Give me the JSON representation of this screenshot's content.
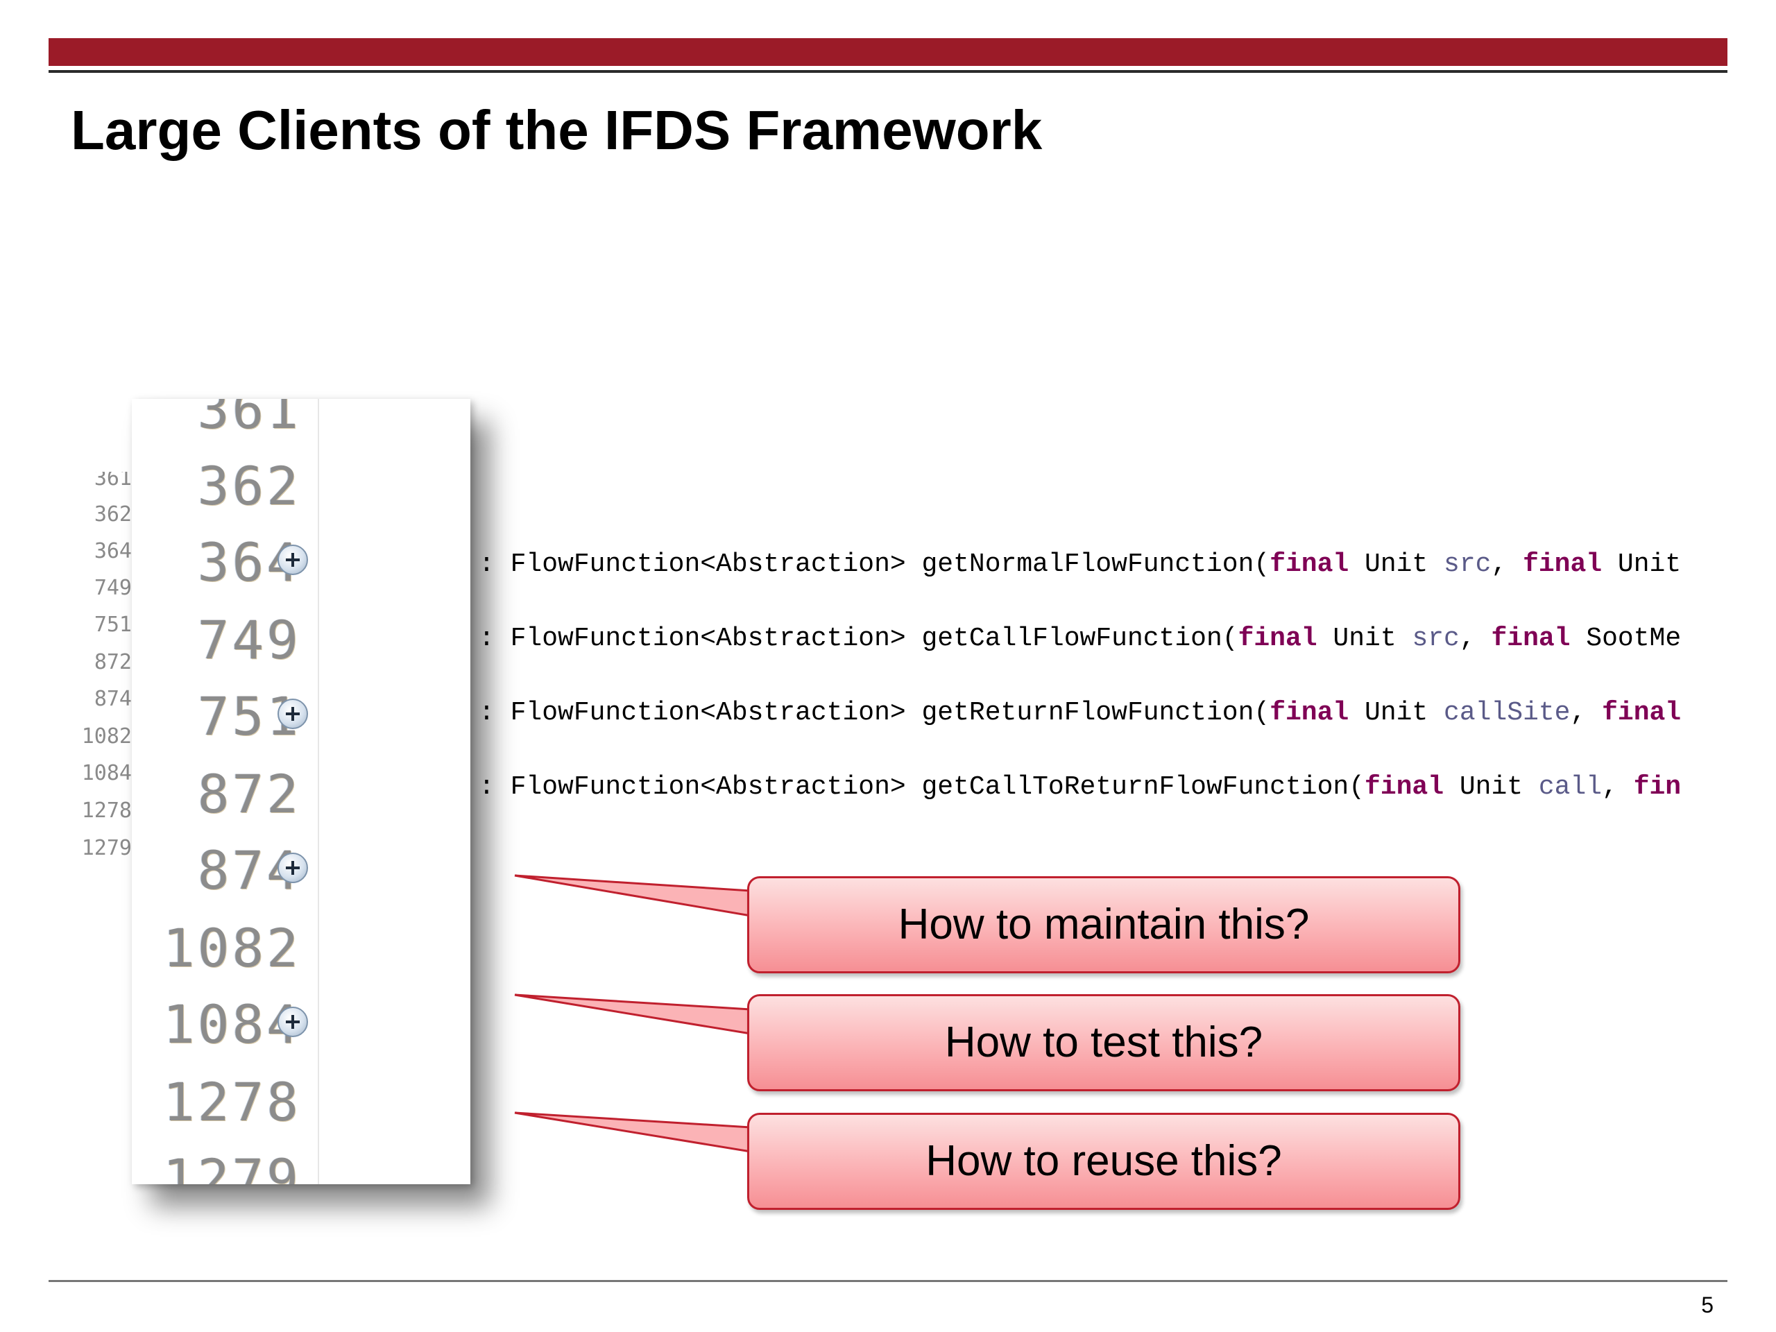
{
  "slide": {
    "title": "Large Clients of the IFDS Framework",
    "page_number": "5",
    "accent_color": "#9b1b28"
  },
  "gutter_small": [
    "361",
    "362",
    "364",
    "749",
    "751",
    "872",
    "874",
    "1082",
    "1084",
    "1278",
    "1279"
  ],
  "gutter_zoom": {
    "lines": [
      {
        "num": "361",
        "folded": false
      },
      {
        "num": "362",
        "folded": false
      },
      {
        "num": "364",
        "folded": true
      },
      {
        "num": "749",
        "folded": false
      },
      {
        "num": "751",
        "folded": true
      },
      {
        "num": "872",
        "folded": false
      },
      {
        "num": "874",
        "folded": true
      },
      {
        "num": "1082",
        "folded": false
      },
      {
        "num": "1084",
        "folded": true
      },
      {
        "num": "1278",
        "folded": false
      },
      {
        "num": "1279",
        "folded": false
      }
    ],
    "fold_icon": "expand-plus-icon"
  },
  "code": {
    "lines": [
      {
        "prefix": ": FlowFunction<Abstraction> getNormalFlowFunction(",
        "kw1": "final",
        "t1": " Unit ",
        "v1": "src",
        "t2": ", ",
        "kw2": "final",
        "t3": " Unit"
      },
      {
        "prefix": ": FlowFunction<Abstraction> getCallFlowFunction(",
        "kw1": "final",
        "t1": " Unit ",
        "v1": "src",
        "t2": ", ",
        "kw2": "final",
        "t3": " SootMe"
      },
      {
        "prefix": ": FlowFunction<Abstraction> getReturnFlowFunction(",
        "kw1": "final",
        "t1": " Unit ",
        "v1": "callSite",
        "t2": ", ",
        "kw2": "final",
        "t3": ""
      },
      {
        "prefix": ": FlowFunction<Abstraction> getCallToReturnFlowFunction(",
        "kw1": "final",
        "t1": " Unit ",
        "v1": "call",
        "t2": ", ",
        "kw2": "fin",
        "t3": ""
      }
    ],
    "keyword_color": "#7f0055"
  },
  "callouts": [
    {
      "text": "How to maintain this?"
    },
    {
      "text": "How to test this?"
    },
    {
      "text": "How to reuse this?"
    }
  ],
  "callout_colors": {
    "fill": "#fbb3b6",
    "border": "#c0202e"
  }
}
